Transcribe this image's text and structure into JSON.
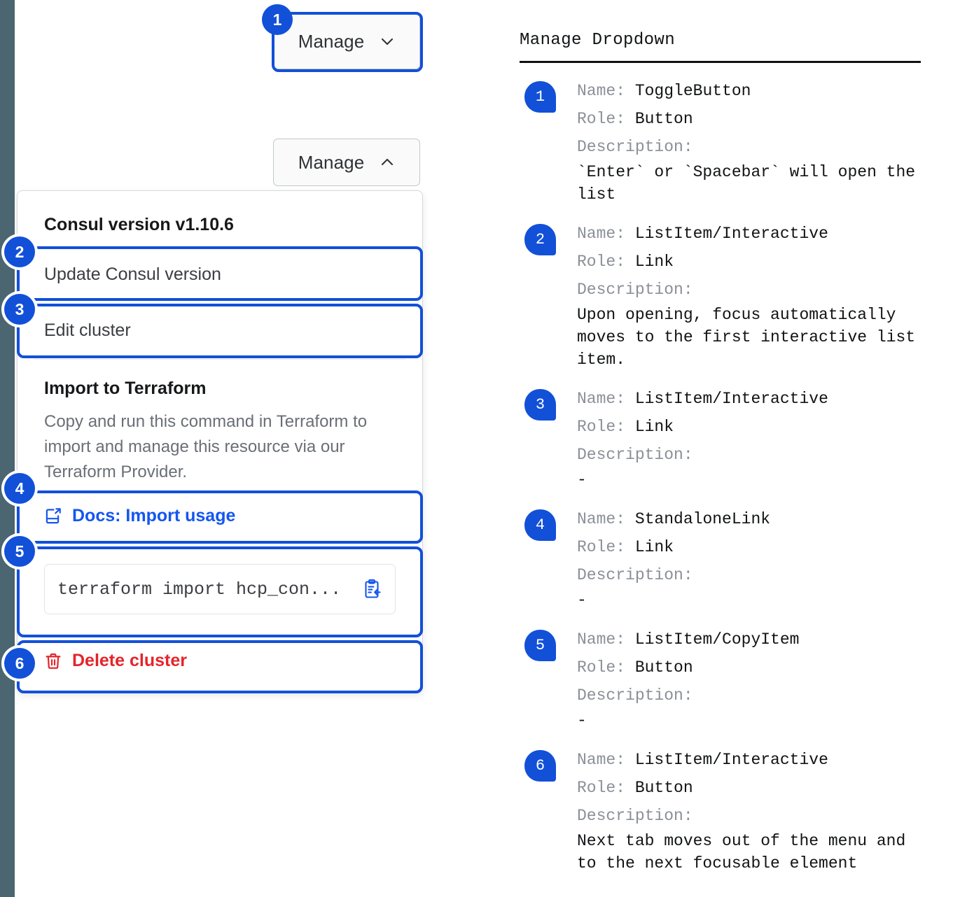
{
  "rail": {
    "color": "#4b6571"
  },
  "accent": {
    "blue": "#1250d8",
    "link": "#1456f0",
    "danger": "#e5242a"
  },
  "demo": {
    "button_collapsed": {
      "label": "Manage",
      "icon": "chevron-down-icon"
    },
    "button_expanded": {
      "label": "Manage",
      "icon": "chevron-up-icon"
    },
    "menu": {
      "header": "Consul version v1.10.6",
      "items": [
        {
          "label": "Update Consul version"
        },
        {
          "label": "Edit cluster"
        }
      ],
      "section": {
        "title": "Import to Terraform",
        "body": "Copy and run this command in Terraform to import and manage this resource via our Terraform Provider.",
        "docs_link": "Docs: Import usage",
        "command": "terraform import hcp_con...",
        "copy_icon": "copy-clipboard-icon"
      },
      "delete": {
        "label": "Delete cluster",
        "icon": "trash-icon"
      }
    },
    "pins": [
      "1",
      "2",
      "3",
      "4",
      "5",
      "6"
    ]
  },
  "legend": {
    "title": "Manage Dropdown",
    "labels": {
      "name": "Name:",
      "role": "Role:",
      "description": "Description:"
    },
    "rows": [
      {
        "tag": "1",
        "name": "ToggleButton",
        "role": "Button",
        "description": "`Enter` or `Spacebar` will open the list"
      },
      {
        "tag": "2",
        "name": "ListItem/Interactive",
        "role": "Link",
        "description": "Upon opening, focus automatically moves to the first interactive list item."
      },
      {
        "tag": "3",
        "name": "ListItem/Interactive",
        "role": "Link",
        "description": "-"
      },
      {
        "tag": "4",
        "name": "StandaloneLink",
        "role": "Link",
        "description": "-"
      },
      {
        "tag": "5",
        "name": "ListItem/CopyItem",
        "role": "Button",
        "description": "-"
      },
      {
        "tag": "6",
        "name": "ListItem/Interactive",
        "role": "Button",
        "description": "Next tab moves out of the menu and to the next focusable element"
      }
    ]
  }
}
